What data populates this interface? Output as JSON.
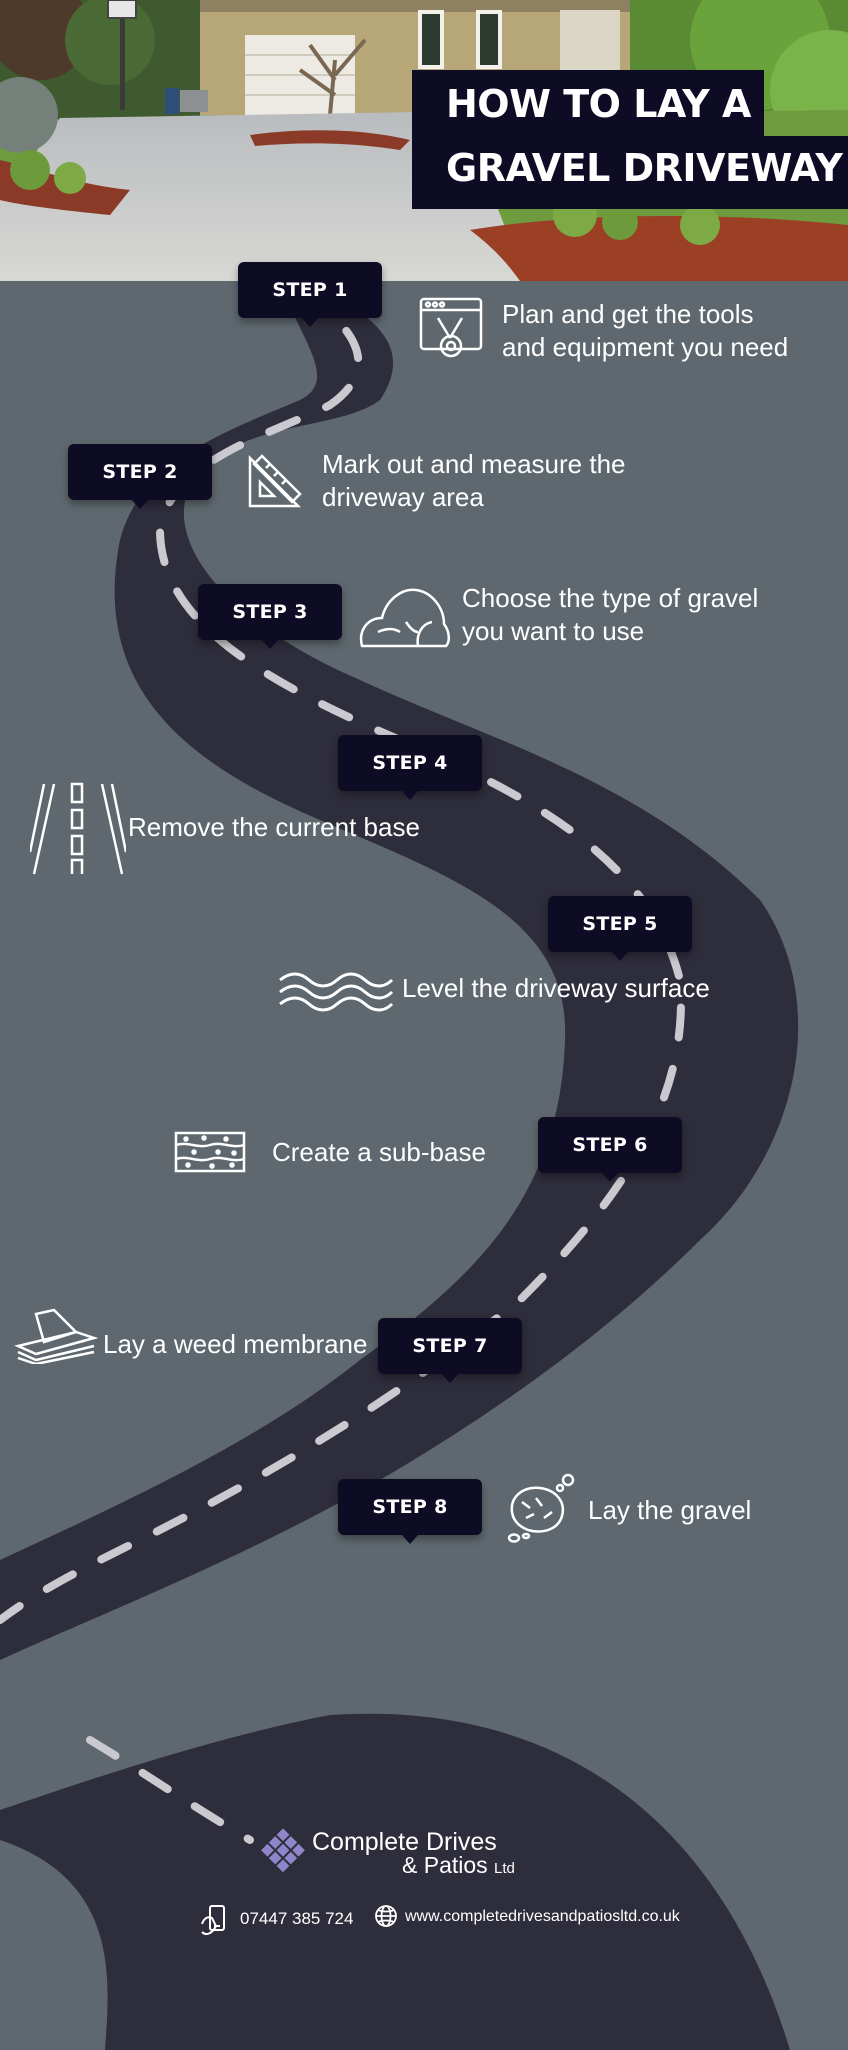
{
  "title": {
    "line1": "HOW TO LAY A",
    "line2": "GRAVEL DRIVEWAY"
  },
  "steps": [
    {
      "label": "STEP 1",
      "text_lines": [
        "Plan and get the tools",
        "and equipment you need"
      ],
      "icon": "tools-browser-icon"
    },
    {
      "label": "STEP 2",
      "text_lines": [
        "Mark out and measure the",
        "driveway area"
      ],
      "icon": "set-square-ruler-icon"
    },
    {
      "label": "STEP 3",
      "text_lines": [
        "Choose the type of gravel",
        "you want to use"
      ],
      "icon": "rock-pile-icon"
    },
    {
      "label": "STEP 4",
      "text_lines": [
        "Remove the current base"
      ],
      "icon": "road-lanes-icon"
    },
    {
      "label": "STEP 5",
      "text_lines": [
        "Level the driveway surface"
      ],
      "icon": "waves-icon"
    },
    {
      "label": "STEP 6",
      "text_lines": [
        "Create a sub-base"
      ],
      "icon": "layered-ground-icon"
    },
    {
      "label": "STEP 7",
      "text_lines": [
        "Lay a weed membrane"
      ],
      "icon": "membrane-sheets-icon"
    },
    {
      "label": "STEP 8",
      "text_lines": [
        "Lay the gravel"
      ],
      "icon": "gravel-stones-icon"
    }
  ],
  "footer": {
    "company_line1": "Complete Drives",
    "company_line2": "& Patios",
    "company_suffix": "Ltd",
    "phone": "07447 385 724",
    "website": "www.completedrivesandpatiosltd.co.uk"
  },
  "colors": {
    "background": "#5e686e",
    "road": "#2e2d3b",
    "badge": "#0e0b24",
    "text": "#ffffff",
    "logo_accent": "#8f86c9"
  }
}
